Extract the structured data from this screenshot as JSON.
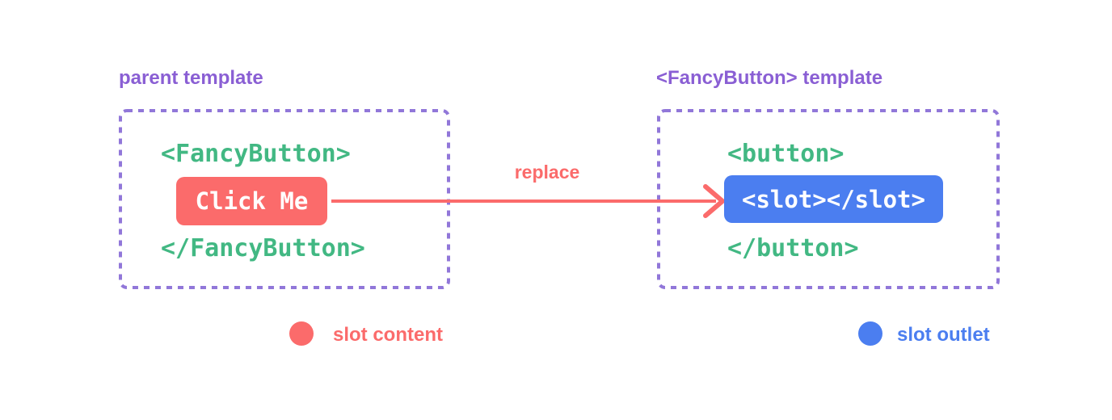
{
  "colors": {
    "purple": "#8a5fd4",
    "purple_border": "#9177d9",
    "green": "#42b883",
    "red": "#fb6b6b",
    "blue": "#4b7ef0",
    "white": "#ffffff"
  },
  "parent_panel": {
    "title": "parent template",
    "open_tag": "<FancyButton>",
    "button_label": "Click Me",
    "close_tag": "</FancyButton>"
  },
  "fancy_button_panel": {
    "title": "<FancyButton> template",
    "open_tag": "<button>",
    "slot_label": "<slot></slot>",
    "close_tag": "</button>"
  },
  "arrow": {
    "label": "replace"
  },
  "legend": {
    "slot_content": {
      "label": "slot content",
      "dot_color": "#fb6b6b"
    },
    "slot_outlet": {
      "label": "slot outlet",
      "dot_color": "#4b7ef0"
    }
  }
}
